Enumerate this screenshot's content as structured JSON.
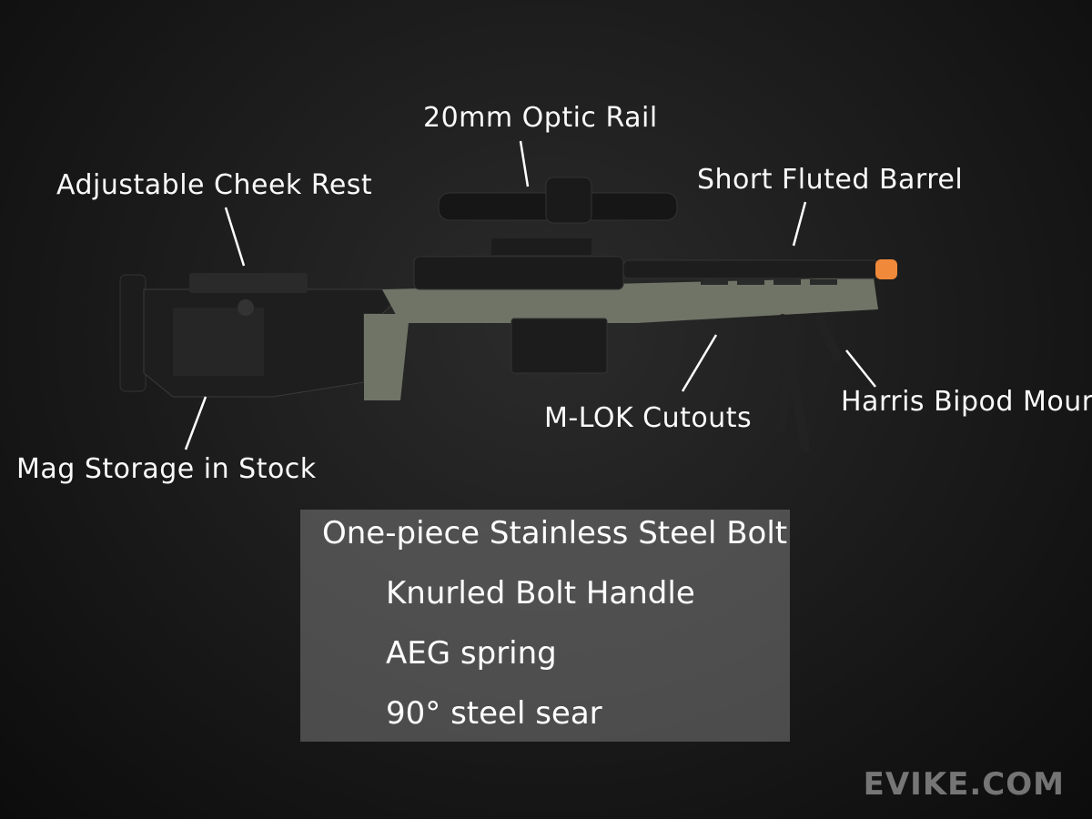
{
  "callouts": {
    "optic_rail": "20mm Optic Rail",
    "cheek_rest": "Adjustable Cheek Rest",
    "barrel": "Short Fluted Barrel",
    "mag_storage": "Mag Storage in Stock",
    "mlok": "M-LOK Cutouts",
    "bipod": "Harris Bipod Mount"
  },
  "features": [
    "One-piece Stainless Steel Bolt",
    "Knurled Bolt Handle",
    "AEG spring",
    "90° steel sear"
  ],
  "watermark": "EVIKE.COM",
  "colors": {
    "background": "#1a1a1a",
    "stock_green": "#6f7466",
    "tip_orange": "#f08a3a"
  }
}
